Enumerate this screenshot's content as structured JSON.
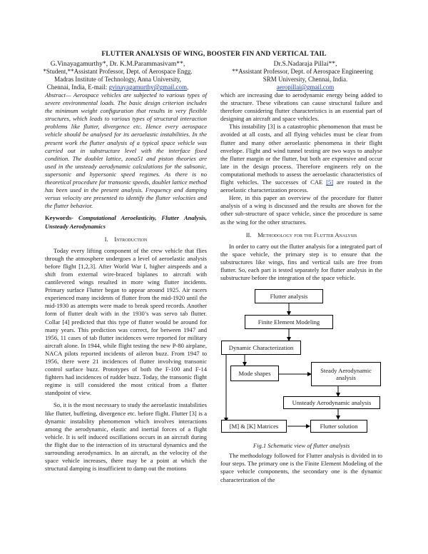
{
  "title": "FLUTTER ANALYSIS OF WING, BOOSTER FIN AND VERTICAL TAIL",
  "authors_left": {
    "names": "G.Vinayagamurthy*, Dr. K.M.Parammasivam**,",
    "affiliation1": "*Student,**Assistant Professor, Dept. of Aerospace Engg.",
    "affiliation2": "Madras Institute of Technology, Anna University,",
    "location": "Chennai, India, E-mail: ",
    "email": "gvinayagamurthy@gmail.com"
  },
  "authors_right": {
    "names": "Dr.S.Nadaraja Pillai**,",
    "affiliation1": "**Assistant Professor, Dept. of Aerospace Engineering",
    "affiliation2": "SRM University, Chennai, India.",
    "email": "aeropillai@gmail.com"
  },
  "abstract": {
    "label": "Abstract",
    "text": "— Aerospace vehicles are subjected to various types of severe environmental loads. The basic design criterion includes the minimum weight configuration that results in very flexible structures, which leads to various types of structural interaction problems like flutter, divergence etc. Hence every aerospace vehicle should be analysed for its aeroelastic instabilities. In the present work the flutter analysis of a typical space vehicle was carried out in substructure level with the interface fixed condition. The doublet lattice, zona51 and piston theories are used in the unsteady aerodynamic calculations for the subsonic, supersonic and hypersonic speed regimes. As there is no theoretical procedure for transonic speeds, doublet lattice method has been used in the present analysis. Frequency and damping versus velocity are presented to identify the flutter velocities and the flutter behavior."
  },
  "keywords": {
    "label": "Keywords-",
    "text": " Computational Aeroelasticity, Flutter Analysis, Unsteady Aerodynamics"
  },
  "section1": {
    "number": "I.",
    "heading": "Introduction",
    "paragraphs": [
      "Today every lifting component of the crew vehicle that flies through the atmosphere undergoes a level of aeroelastic analysis before flight [1,2,3]. After World War I, higher airspeeds and a shift from external wire-braced biplanes to aircraft with cantilevered wings resulted in more wing flutter incidents. Primary surface Flutter began to appear around 1925. Air racers experienced many incidents of flutter from the mid-1920 until the mid-1930 as attempts were made to break speed records. Another form of flutter dealt with in the 1930’s was servo tab flutter. Collar [4] predicted that this type of flutter would be around for many years. This prediction was correct, for between 1947 and 1956, 11 cases of tab flutter incidences were reported for military aircraft alone. In 1944, while flight testing the new P-80 airplane, NACA pilots reported incidents of aileron buzz. From 1947 to 1956, there were 21 incidences of flutter involving transonic control surface buzz. Prototypes of both the F-100 and F-14 fighters had incidences of rudder buzz. Today, the transonic flight regime is still considered the most critical from a flutter standpoint of view.",
      "So, it is the most necessary to study the aeroelastic instabilities like flutter, buffeting, divergence etc. before flight. Flutter [3] is a dynamic instability phenomenon which involves interactions among the aerodynamic, elastic and inertial forces of a flight vehicle. It is self induced oscillations occurs in an aircraft during the flight due to the interaction of its structural dynamics and the surrounding aerodynamics. In an aircraft, as the velocity of the space vehicle increases, there may be a point at which the structural damping is insufficient to damp out the motions"
    ]
  },
  "right_intro": {
    "paragraph1": "which are increasing due to aerodynamic energy being added to the structure. These vibrations can cause structural failure and therefore considering flutter characteristics is an essential part of designing an aircraft and space vehicles.",
    "paragraph2": "This instability [3] is a catastrophic phenomenon that must be avoided at all costs, and all flying vehicles must be clear from flutter and many other aeroelastic phenomena in their flight envelope. Flight and wind tunnel testing are two ways to analyse the flutter margin or the flutter, but both are expensive and occur late in the design process. Therefore engineers rely on the computational methods to assess the aeroelastic characteristics of flight vehicles. The successes of CAE ",
    "ref5": "[5]",
    "paragraph2_tail": " are routed in the aeroelastic characterization process.",
    "paragraph3": "Here, in this paper an overview of the procedure for flutter analysis of a wing is discussed and the results are shown for the other sub-structure of space vehicle, since the procedure is same as the wing for the other structures."
  },
  "section2": {
    "number": "II.",
    "heading": "Methodology for the Flutter Analysis",
    "paragraph1": "In order to carry out the flutter analysis for a integrated part of the space vehicle, the primary step is to ensure that the substructures like wings, fins and vertical tails are free from flutter. So, each part is tested separately for flutter analysis in the substructure before the integration of the space vehicle.",
    "paragraph2": "The methodology followed for Flutter analysis is divided in to four steps. The primary one is the Finite Element Modeling of the space vehicle components, the secondary one is the dynamic characterization of the"
  },
  "flowchart": {
    "flutter_analysis": "Flutter analysis",
    "fem": "Finite Element Modeling",
    "dynamic": "Dynamic Characterization",
    "mode_shapes": "Mode shapes",
    "steady_aero": "Steady Aerodynamic analysis",
    "unsteady_aero": "Unsteady Aerodynamic analysis",
    "matrices": "[M] & [K] Matrices",
    "flutter_solution": "Flutter solution"
  },
  "figure_caption": "Fig.1 Schematic view of flutter analysis"
}
